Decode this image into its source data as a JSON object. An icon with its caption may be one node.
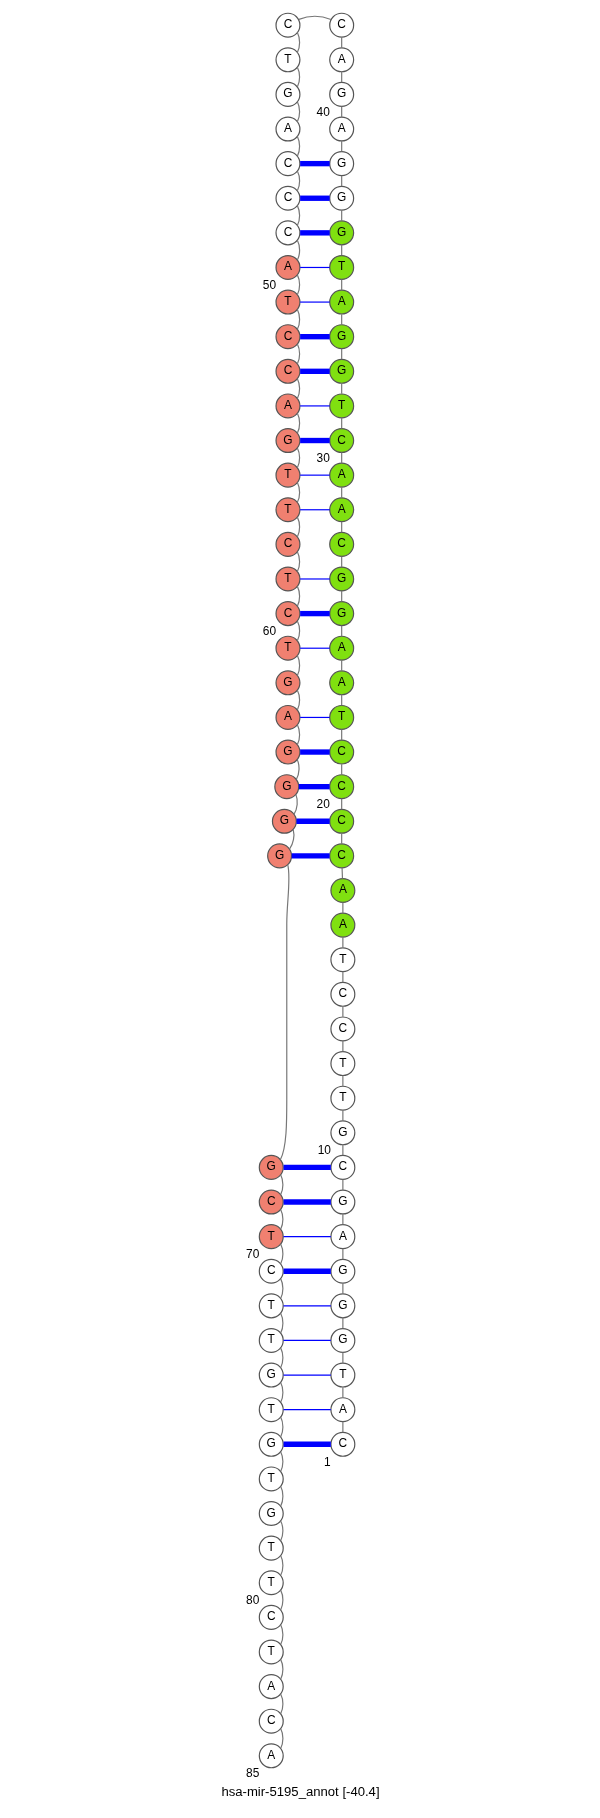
{
  "diagram": {
    "caption": "hsa-mir-5195_annot [-40.4]",
    "nodes": [
      {
        "text": [
          "C"
        ],
        "beside": [
          "1"
        ]
      },
      {
        "text": [
          "A"
        ]
      },
      {
        "text": [
          "T"
        ]
      },
      {
        "text": [
          "G"
        ]
      },
      {
        "text": [
          "G"
        ]
      },
      {
        "text": [
          "G"
        ]
      },
      {
        "text": [
          "A"
        ]
      },
      {
        "text": [
          "G"
        ]
      },
      {
        "text": [
          "C"
        ]
      },
      {
        "text": [
          "G"
        ],
        "beside": [
          "10"
        ]
      },
      {
        "text": [
          "T"
        ]
      },
      {
        "text": [
          "T"
        ]
      },
      {
        "text": [
          "C"
        ]
      },
      {
        "text": [
          "C"
        ]
      },
      {
        "text": [
          "T"
        ]
      },
      {
        "text": [
          "A"
        ]
      },
      {
        "text": [
          "A"
        ]
      },
      {
        "text": [
          "C"
        ]
      },
      {
        "text": [
          "C"
        ]
      },
      {
        "text": [
          "C"
        ],
        "beside": [
          "20"
        ]
      },
      {
        "text": [
          "C"
        ]
      },
      {
        "text": [
          "T"
        ]
      },
      {
        "text": [
          "A"
        ]
      },
      {
        "text": [
          "A"
        ]
      },
      {
        "text": [
          "G"
        ]
      },
      {
        "text": [
          "G"
        ]
      },
      {
        "text": [
          "C"
        ]
      },
      {
        "text": [
          "A"
        ]
      },
      {
        "text": [
          "A"
        ]
      },
      {
        "text": [
          "C"
        ],
        "beside": [
          "30"
        ]
      },
      {
        "text": [
          "T"
        ]
      },
      {
        "text": [
          "G"
        ]
      },
      {
        "text": [
          "G"
        ]
      },
      {
        "text": [
          "A"
        ]
      },
      {
        "text": [
          "T"
        ]
      },
      {
        "text": [
          "G"
        ]
      },
      {
        "text": [
          "G"
        ]
      },
      {
        "text": [
          "G"
        ]
      },
      {
        "text": [
          "A"
        ]
      },
      {
        "text": [
          "G"
        ],
        "beside": [
          "40"
        ]
      },
      {
        "text": [
          "A"
        ]
      },
      {
        "text": [
          "C"
        ]
      },
      {
        "text": [
          "C"
        ]
      },
      {
        "text": [
          "T"
        ]
      },
      {
        "text": [
          "G"
        ]
      },
      {
        "text": [
          "A"
        ]
      },
      {
        "text": [
          "C"
        ]
      },
      {
        "text": [
          "C"
        ]
      },
      {
        "text": [
          "C"
        ]
      },
      {
        "text": [
          "A"
        ],
        "beside": [
          "50"
        ]
      },
      {
        "text": [
          "T"
        ]
      },
      {
        "text": [
          "C"
        ]
      },
      {
        "text": [
          "C"
        ]
      },
      {
        "text": [
          "A"
        ]
      },
      {
        "text": [
          "G"
        ]
      },
      {
        "text": [
          "T"
        ]
      },
      {
        "text": [
          "T"
        ]
      },
      {
        "text": [
          "C"
        ]
      },
      {
        "text": [
          "T"
        ]
      },
      {
        "text": [
          "C"
        ],
        "beside": [
          "60"
        ]
      },
      {
        "text": [
          "T"
        ]
      },
      {
        "text": [
          "G"
        ]
      },
      {
        "text": [
          "A"
        ]
      },
      {
        "text": [
          "G"
        ]
      },
      {
        "text": [
          "G"
        ]
      },
      {
        "text": [
          "G"
        ]
      },
      {
        "text": [
          "G"
        ]
      },
      {
        "text": [
          "G"
        ]
      },
      {
        "text": [
          "C"
        ]
      },
      {
        "text": [
          "T"
        ],
        "beside": [
          "70"
        ]
      },
      {
        "text": [
          "C"
        ]
      },
      {
        "text": [
          "T"
        ]
      },
      {
        "text": [
          "T"
        ]
      },
      {
        "text": [
          "G"
        ]
      },
      {
        "text": [
          "T"
        ]
      },
      {
        "text": [
          "G"
        ]
      },
      {
        "text": [
          "T"
        ]
      },
      {
        "text": [
          "G"
        ]
      },
      {
        "text": [
          "T"
        ]
      },
      {
        "text": [
          "T"
        ],
        "beside": [
          "80"
        ]
      },
      {
        "text": [
          "C"
        ]
      },
      {
        "text": [
          "T"
        ]
      },
      {
        "text": [
          "A"
        ]
      },
      {
        "text": [
          "C"
        ]
      },
      {
        "text": [
          "A"
        ],
        "beside": [
          "85"
        ]
      }
    ],
    "edges": [
      {
        "from": 0,
        "to": 1,
        "arrow": "none"
      },
      {
        "from": 1,
        "to": 2,
        "arrow": "none"
      },
      {
        "from": 2,
        "to": 3,
        "arrow": "none"
      },
      {
        "from": 3,
        "to": 4,
        "arrow": "none"
      },
      {
        "from": 4,
        "to": 5,
        "arrow": "none"
      },
      {
        "from": 5,
        "to": 6,
        "arrow": "none"
      },
      {
        "from": 6,
        "to": 7,
        "arrow": "none"
      },
      {
        "from": 7,
        "to": 8,
        "arrow": "none"
      },
      {
        "from": 8,
        "to": 9,
        "arrow": "none"
      },
      {
        "from": 9,
        "to": 10,
        "arrow": "none"
      },
      {
        "from": 10,
        "to": 11,
        "arrow": "none"
      },
      {
        "from": 11,
        "to": 12,
        "arrow": "none"
      },
      {
        "from": 12,
        "to": 13,
        "arrow": "none"
      },
      {
        "from": 13,
        "to": 14,
        "arrow": "none"
      },
      {
        "from": 14,
        "to": 15,
        "arrow": "none"
      },
      {
        "from": 15,
        "to": 16,
        "arrow": "none"
      },
      {
        "from": 16,
        "to": 17,
        "arrow": "none"
      },
      {
        "from": 17,
        "to": 18,
        "arrow": "none"
      },
      {
        "from": 18,
        "to": 19,
        "arrow": "none"
      },
      {
        "from": 19,
        "to": 20,
        "arrow": "none"
      },
      {
        "from": 20,
        "to": 21,
        "arrow": "none"
      },
      {
        "from": 21,
        "to": 22,
        "arrow": "none"
      },
      {
        "from": 22,
        "to": 23,
        "arrow": "none"
      },
      {
        "from": 23,
        "to": 24,
        "arrow": "none"
      },
      {
        "from": 24,
        "to": 25,
        "arrow": "none"
      },
      {
        "from": 25,
        "to": 26,
        "arrow": "none"
      },
      {
        "from": 26,
        "to": 27,
        "arrow": "none"
      },
      {
        "from": 27,
        "to": 28,
        "arrow": "none"
      },
      {
        "from": 28,
        "to": 29,
        "arrow": "none"
      },
      {
        "from": 29,
        "to": 30,
        "arrow": "none"
      },
      {
        "from": 30,
        "to": 31,
        "arrow": "none"
      },
      {
        "from": 31,
        "to": 32,
        "arrow": "none"
      },
      {
        "from": 32,
        "to": 33,
        "arrow": "none"
      },
      {
        "from": 33,
        "to": 34,
        "arrow": "none"
      },
      {
        "from": 34,
        "to": 35,
        "arrow": "none"
      },
      {
        "from": 35,
        "to": 36,
        "arrow": "none"
      },
      {
        "from": 36,
        "to": 37,
        "arrow": "none"
      },
      {
        "from": 37,
        "to": 38,
        "arrow": "none"
      },
      {
        "from": 38,
        "to": 39,
        "arrow": "none"
      },
      {
        "from": 39,
        "to": 40,
        "arrow": "none"
      },
      {
        "from": 40,
        "to": 41,
        "arrow": "none"
      },
      {
        "from": 41,
        "to": 42,
        "arrow": "none"
      },
      {
        "from": 42,
        "to": 43,
        "arrow": "none"
      },
      {
        "from": 43,
        "to": 44,
        "arrow": "none"
      },
      {
        "from": 44,
        "to": 45,
        "arrow": "none"
      },
      {
        "from": 45,
        "to": 46,
        "arrow": "none"
      },
      {
        "from": 46,
        "to": 47,
        "arrow": "none"
      },
      {
        "from": 47,
        "to": 48,
        "arrow": "none"
      },
      {
        "from": 48,
        "to": 49,
        "arrow": "none"
      },
      {
        "from": 49,
        "to": 50,
        "arrow": "none"
      },
      {
        "from": 50,
        "to": 51,
        "arrow": "none"
      },
      {
        "from": 51,
        "to": 52,
        "arrow": "none"
      },
      {
        "from": 52,
        "to": 53,
        "arrow": "none"
      },
      {
        "from": 53,
        "to": 54,
        "arrow": "none"
      },
      {
        "from": 54,
        "to": 55,
        "arrow": "none"
      },
      {
        "from": 55,
        "to": 56,
        "arrow": "none"
      },
      {
        "from": 56,
        "to": 57,
        "arrow": "none"
      },
      {
        "from": 57,
        "to": 58,
        "arrow": "none"
      },
      {
        "from": 58,
        "to": 59,
        "arrow": "none"
      },
      {
        "from": 59,
        "to": 60,
        "arrow": "none"
      },
      {
        "from": 60,
        "to": 61,
        "arrow": "none"
      },
      {
        "from": 61,
        "to": 62,
        "arrow": "none"
      },
      {
        "from": 62,
        "to": 63,
        "arrow": "none"
      },
      {
        "from": 63,
        "to": 64,
        "arrow": "none"
      },
      {
        "from": 64,
        "to": 65,
        "arrow": "none"
      },
      {
        "from": 65,
        "to": 66,
        "arrow": "none"
      },
      {
        "from": 66,
        "to": 67,
        "arrow": "none"
      },
      {
        "from": 67,
        "to": 68,
        "arrow": "none"
      },
      {
        "from": 68,
        "to": 69,
        "arrow": "none"
      },
      {
        "from": 69,
        "to": 70,
        "arrow": "none"
      },
      {
        "from": 70,
        "to": 71,
        "arrow": "none"
      },
      {
        "from": 71,
        "to": 72,
        "arrow": "none"
      },
      {
        "from": 72,
        "to": 73,
        "arrow": "none"
      },
      {
        "from": 73,
        "to": 74,
        "arrow": "none"
      },
      {
        "from": 74,
        "to": 75,
        "arrow": "none"
      },
      {
        "from": 75,
        "to": 76,
        "arrow": "none"
      },
      {
        "from": 76,
        "to": 77,
        "arrow": "none"
      },
      {
        "from": 77,
        "to": 78,
        "arrow": "none"
      },
      {
        "from": 78,
        "to": 79,
        "arrow": "none"
      },
      {
        "from": 79,
        "to": 80,
        "arrow": "none"
      },
      {
        "from": 80,
        "to": 81,
        "arrow": "none"
      },
      {
        "from": 81,
        "to": 82,
        "arrow": "none"
      },
      {
        "from": 82,
        "to": 83,
        "arrow": "none"
      },
      {
        "from": 83,
        "to": 84,
        "arrow": "none"
      },
      {
        "from": 0,
        "to": 75,
        "arrow": "none",
        "style": "thick",
        "color": "#0000ff"
      },
      {
        "from": 1,
        "to": 74,
        "arrow": "none",
        "color": "#0000ff"
      },
      {
        "from": 2,
        "to": 73,
        "arrow": "none",
        "color": "#0000ff"
      },
      {
        "from": 3,
        "to": 72,
        "arrow": "none",
        "color": "#0000ff"
      },
      {
        "from": 4,
        "to": 71,
        "arrow": "none",
        "color": "#0000ff"
      },
      {
        "from": 5,
        "to": 70,
        "arrow": "none",
        "style": "thick",
        "color": "#0000ff"
      },
      {
        "from": 6,
        "to": 69,
        "arrow": "none",
        "color": "#0000ff"
      },
      {
        "from": 7,
        "to": 68,
        "arrow": "none",
        "style": "thick",
        "color": "#0000ff"
      },
      {
        "from": 8,
        "to": 67,
        "arrow": "none",
        "style": "thick",
        "color": "#0000ff"
      },
      {
        "from": 17,
        "to": 66,
        "arrow": "none",
        "style": "thick",
        "color": "#0000ff"
      },
      {
        "from": 18,
        "to": 65,
        "arrow": "none",
        "style": "thick",
        "color": "#0000ff"
      },
      {
        "from": 19,
        "to": 64,
        "arrow": "none",
        "style": "thick",
        "color": "#0000ff"
      },
      {
        "from": 20,
        "to": 63,
        "arrow": "none",
        "style": "thick",
        "color": "#0000ff"
      },
      {
        "from": 21,
        "to": 62,
        "arrow": "none",
        "color": "#0000ff"
      },
      {
        "from": 23,
        "to": 60,
        "arrow": "none",
        "color": "#0000ff"
      },
      {
        "from": 24,
        "to": 59,
        "arrow": "none",
        "style": "thick",
        "color": "#0000ff"
      },
      {
        "from": 25,
        "to": 58,
        "arrow": "none",
        "color": "#0000ff"
      },
      {
        "from": 27,
        "to": 56,
        "arrow": "none",
        "color": "#0000ff"
      },
      {
        "from": 28,
        "to": 55,
        "arrow": "none",
        "color": "#0000ff"
      },
      {
        "from": 29,
        "to": 54,
        "arrow": "none",
        "style": "thick",
        "color": "#0000ff"
      },
      {
        "from": 30,
        "to": 53,
        "arrow": "none",
        "color": "#0000ff"
      },
      {
        "from": 31,
        "to": 52,
        "arrow": "none",
        "style": "thick",
        "color": "#0000ff"
      },
      {
        "from": 32,
        "to": 51,
        "arrow": "none",
        "style": "thick",
        "color": "#0000ff"
      },
      {
        "from": 33,
        "to": 50,
        "arrow": "none",
        "color": "#0000ff"
      },
      {
        "from": 34,
        "to": 49,
        "arrow": "none",
        "color": "#0000ff"
      },
      {
        "from": 35,
        "to": 48,
        "arrow": "none",
        "style": "thick",
        "color": "#0000ff"
      },
      {
        "from": 36,
        "to": 47,
        "arrow": "none",
        "style": "thick",
        "color": "#0000ff"
      },
      {
        "from": 37,
        "to": 46,
        "arrow": "none",
        "style": "thick",
        "color": "#0000ff"
      }
    ]
  }
}
